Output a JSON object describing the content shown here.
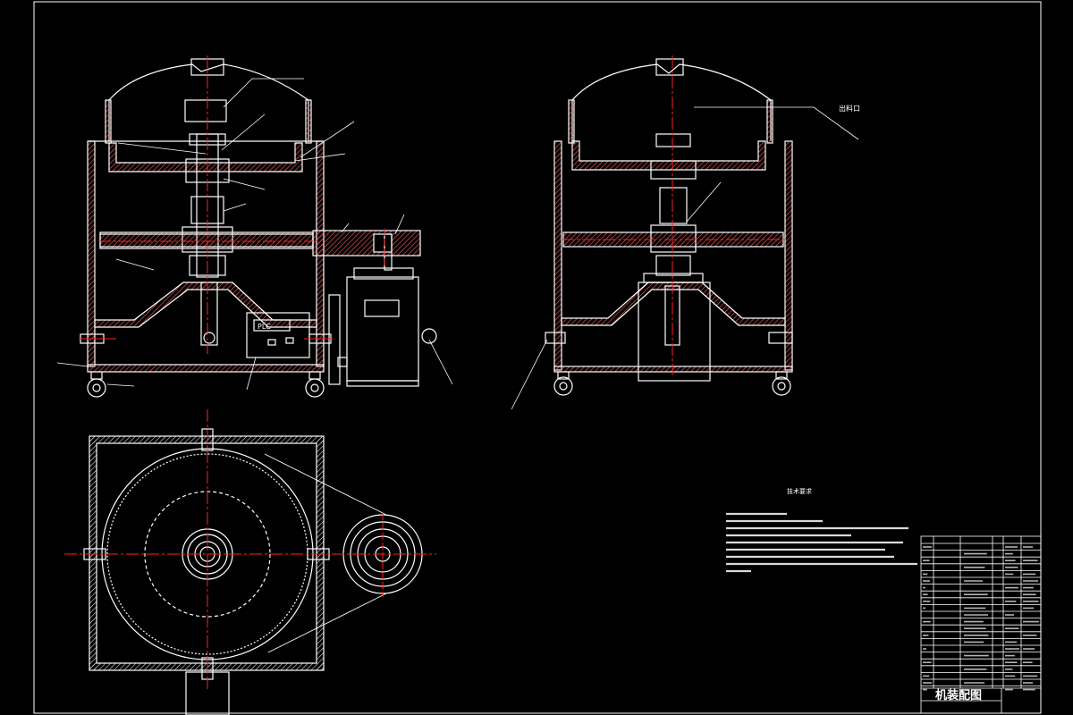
{
  "drawing": {
    "discharge_port_label": "出料口",
    "tech_requirements": {
      "title": "技术要求"
    },
    "title_block": {
      "drawing_name": "机装配图"
    },
    "plc_label": "PLC"
  },
  "colors": {
    "background": "#000000",
    "outline": "#ffffff",
    "centerline": "#ff2020",
    "hatch": "#ff5050",
    "motor_fill": "#000000"
  }
}
